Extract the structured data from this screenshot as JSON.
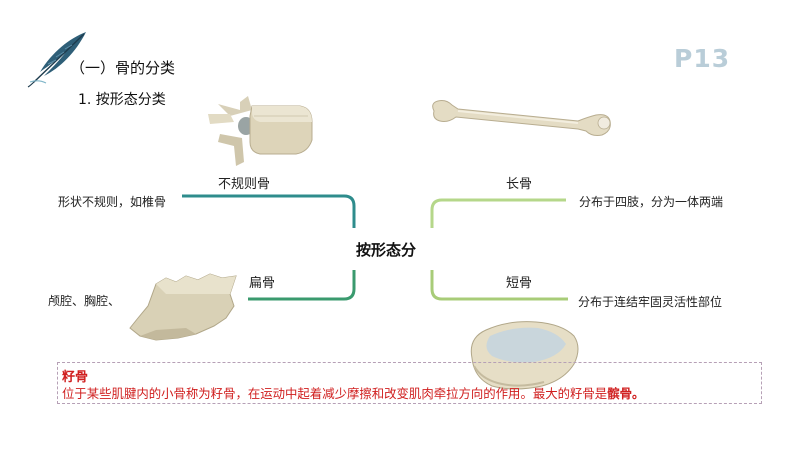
{
  "header": {
    "section_title": "（一）骨的分类",
    "subsection_title": "1. 按形态分类",
    "page_number": "P13"
  },
  "mindmap": {
    "center_label": "按形态分",
    "branches": {
      "irregular": {
        "label": "不规则骨",
        "description": "形状不规则，如椎骨"
      },
      "long": {
        "label": "长骨",
        "description": "分布于四肢，分为一体两端"
      },
      "flat": {
        "label": "扁骨",
        "description": "颅腔、胸腔、"
      },
      "short": {
        "label": "短骨",
        "description": "分布于连结牢固灵活性部位"
      }
    }
  },
  "sesamoid": {
    "title": "籽骨",
    "text": "位于某些肌腱内的小骨称为籽骨，在运动中起着减少摩擦和改变肌肉牵拉方向的作用。最大的籽骨是",
    "emphasis": "髌骨。"
  },
  "colors": {
    "left_branch": "#2e8c8c",
    "right_branch": "#b5d78a",
    "accent_red": "#d02020",
    "page_number": "#b9cdd8"
  },
  "icons": [
    "quill-pen-icon"
  ]
}
